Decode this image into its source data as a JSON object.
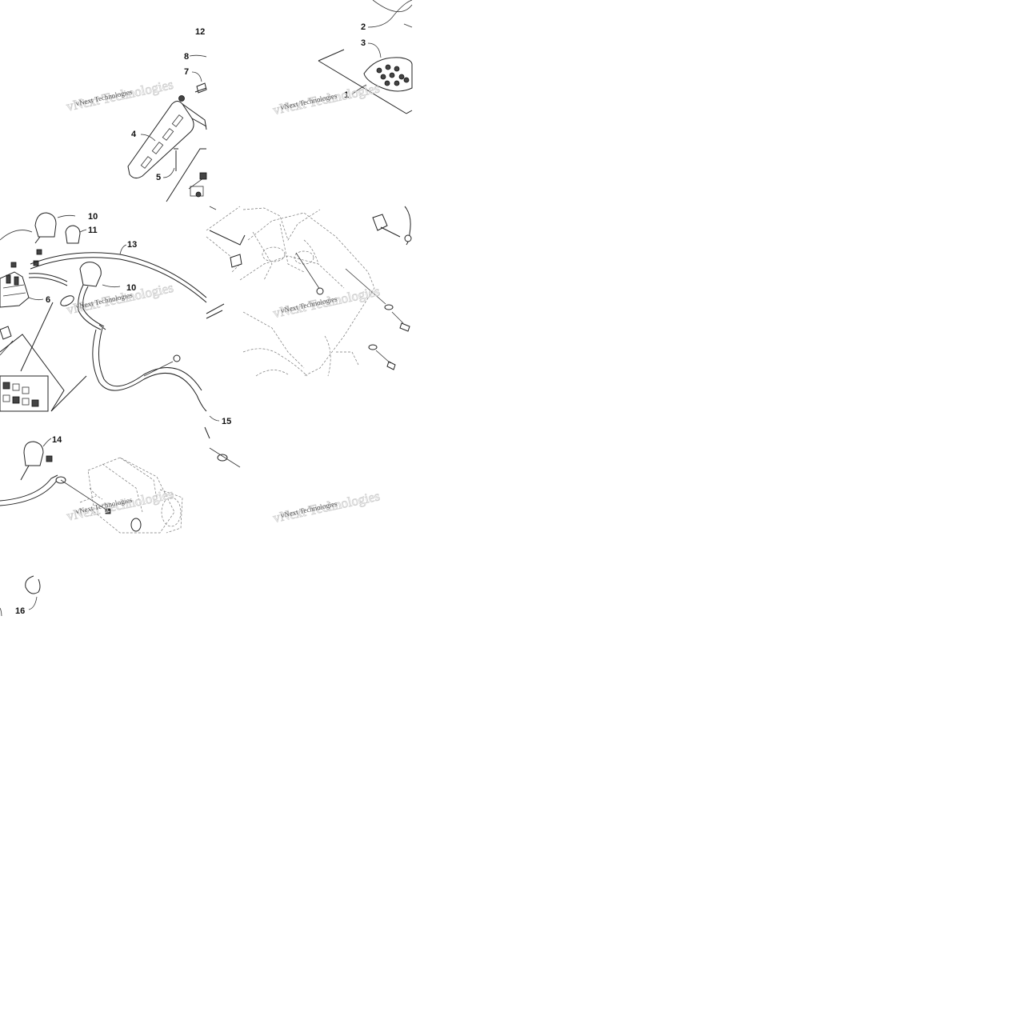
{
  "diagram": {
    "callouts": [
      "1",
      "2",
      "3",
      "4",
      "5",
      "6",
      "7",
      "8",
      "10",
      "10",
      "11",
      "12",
      "13",
      "14",
      "15",
      "16"
    ],
    "watermark": "vNext Technologies"
  }
}
